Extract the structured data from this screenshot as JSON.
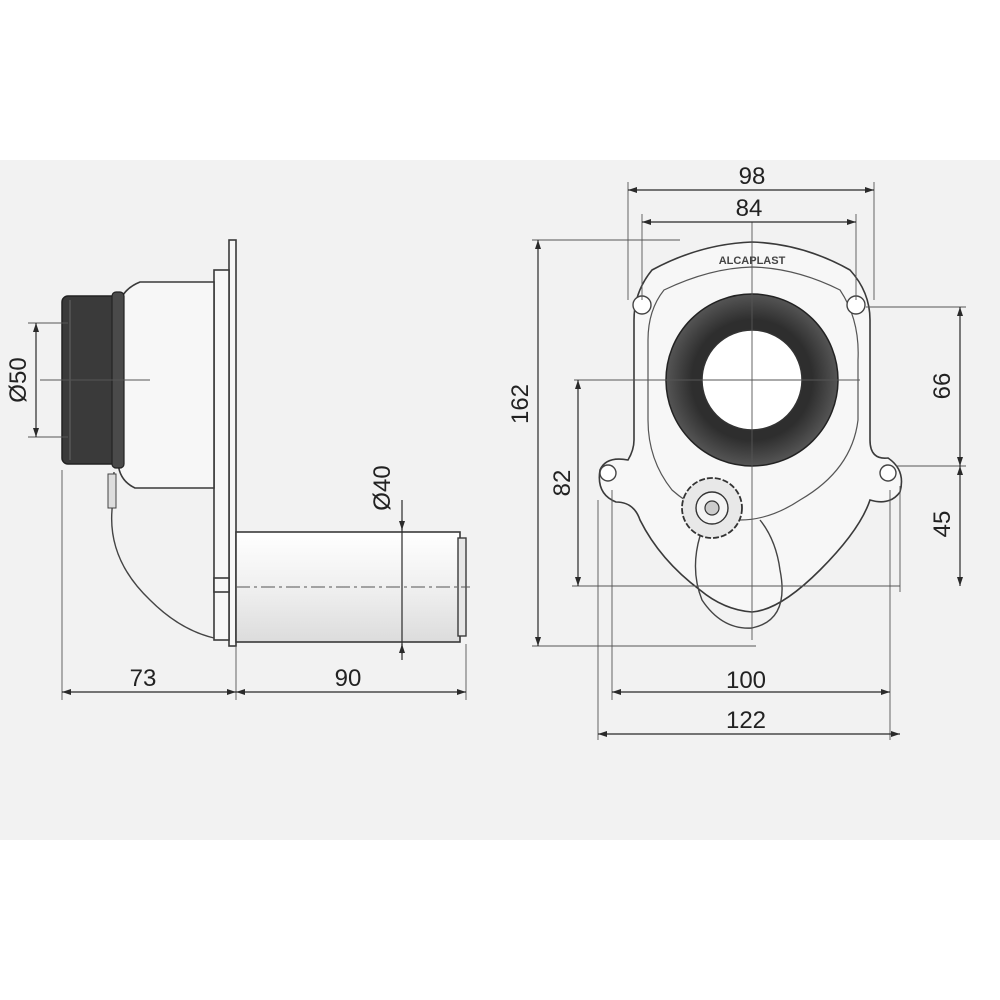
{
  "side_view": {
    "dim_inlet_diameter": "Ø50",
    "dim_outlet_diameter": "Ø40",
    "dim_depth": "73",
    "dim_outlet_length": "90"
  },
  "front_view": {
    "brand_logo": "ALCAPLAST",
    "dim_outer_width": "98",
    "dim_inner_width": "84",
    "dim_total_height": "162",
    "dim_hole_to_center": "82",
    "dim_upper_offset": "66",
    "dim_lower_offset": "45",
    "dim_mount_width": "100",
    "dim_total_width": "122"
  },
  "colors": {
    "background": "#f2f2f2",
    "line": "#2a2a2a",
    "rubber": "#3a3a3a"
  }
}
